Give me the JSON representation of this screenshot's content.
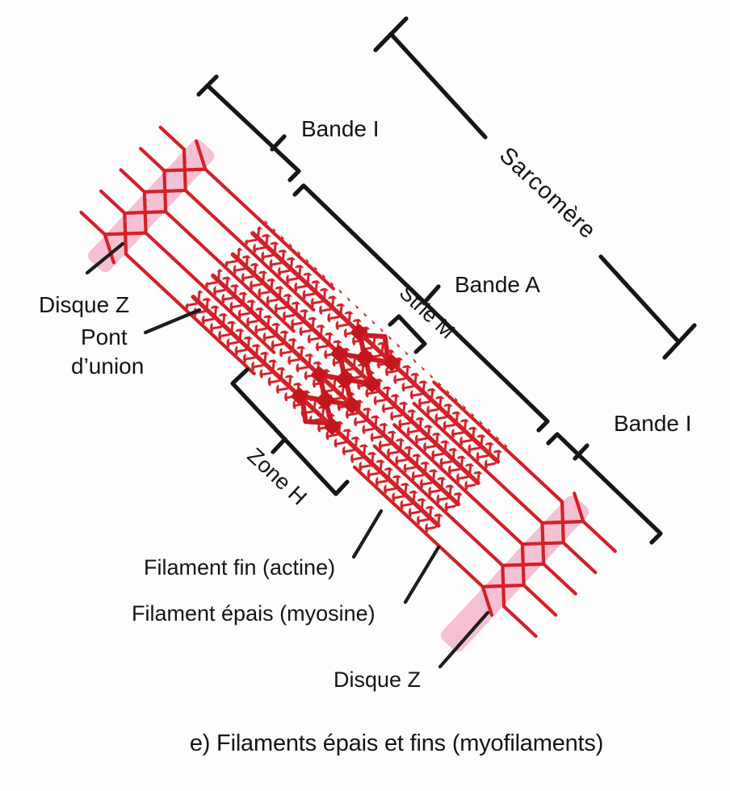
{
  "figure": {
    "caption": "e) Filaments épais et fins (myofilaments)",
    "labels": {
      "bande_i_top": "Bande I",
      "sarcomere": "Sarcomère",
      "bande_a": "Bande A",
      "strie_m": "Strie M",
      "bande_i_right": "Bande I",
      "disque_z_top": "Disque Z",
      "pont_union_line1": "Pont",
      "pont_union_line2": "d’union",
      "zone_h": "Zone H",
      "filament_fin": "Filament fin (actine)",
      "filament_epais": "Filament épais (myosine)",
      "disque_z_bottom": "Disque Z"
    },
    "colors": {
      "filament_red": "#d32127",
      "m_line_dark_red": "#c4161d",
      "z_disc_pink": "#f2aec6",
      "annotation_black": "#161616",
      "background": "#fdfdfd"
    }
  }
}
